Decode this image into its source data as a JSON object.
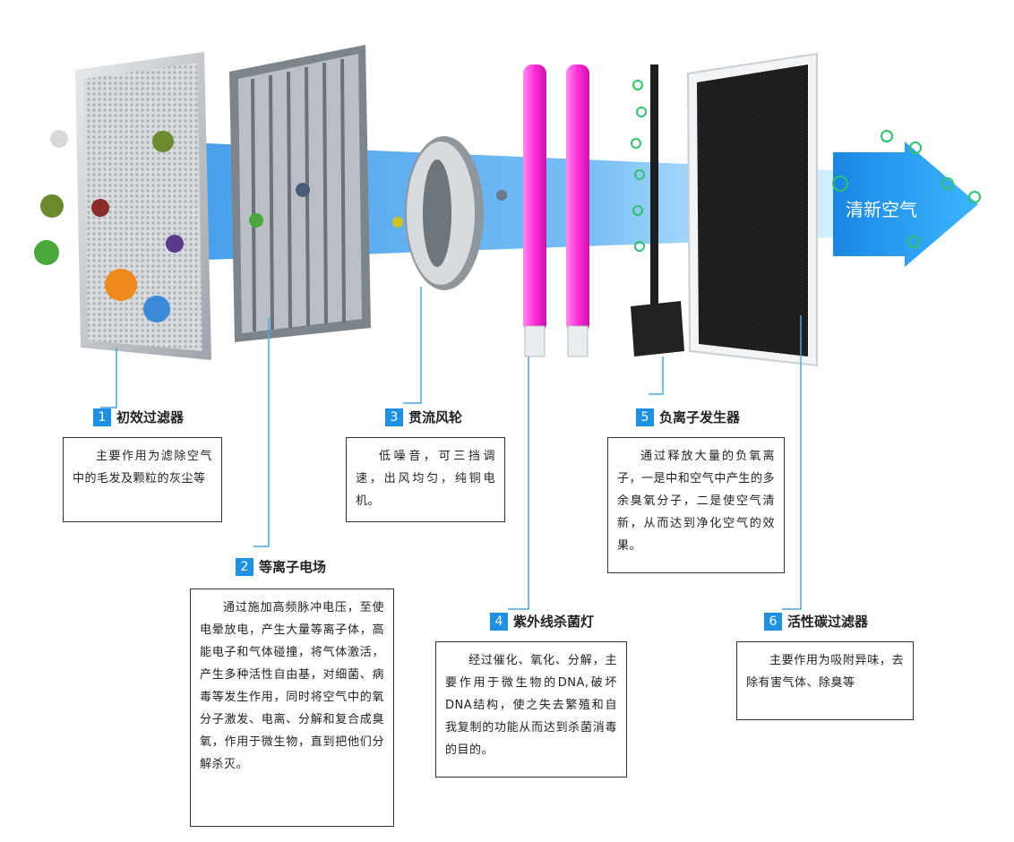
{
  "arrow_text": "清新空气",
  "components": [
    {
      "num": "1",
      "title": "初效过滤器",
      "desc": "主要作用为滤除空气中的毛发及颗粒的灰尘等"
    },
    {
      "num": "2",
      "title": "等离子电场",
      "desc": "通过施加高频脉冲电压，至使电晕放电，产生大量等离子体，高能电子和气体碰撞，将气体激活，产生多种活性自由基，对细菌、病毒等发生作用，同时将空气中的氧分子激发、电离、分解和复合成臭氧，作用于微生物，直到把他们分解杀灭。"
    },
    {
      "num": "3",
      "title": "贯流风轮",
      "desc": "低噪音，可三挡调速，出风均匀，纯铜电机。"
    },
    {
      "num": "4",
      "title": "紫外线杀菌灯",
      "desc": "经过催化、氧化、分解，主要作用于微生物的DNA,破坏DNA结构，使之失去繁殖和自我复制的功能从而达到杀菌消毒的目的。"
    },
    {
      "num": "5",
      "title": "负离子发生器",
      "desc": "通过释放大量的负氧离子，一是中和空气中产生的多余臭氧分子，二是使空气清新，从而达到净化空气的效果。"
    },
    {
      "num": "6",
      "title": "活性碳过滤器",
      "desc": "主要作用为吸附异味，去除有害气体、除臭等"
    }
  ],
  "colors": {
    "accent": "#1e90e6",
    "uv_lamp": "#ff2bd6",
    "carbon": "#1c1c1c",
    "ion": "#2cc36b"
  }
}
